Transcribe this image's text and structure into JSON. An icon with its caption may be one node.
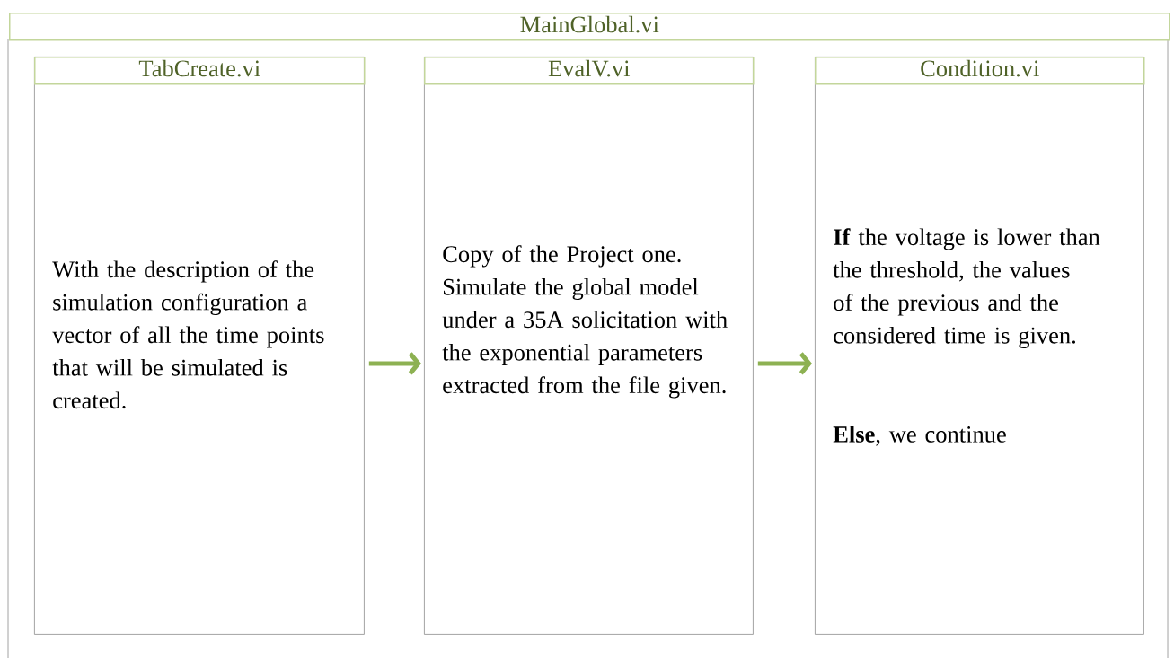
{
  "diagram": {
    "nodes": [
      {
        "text": [
          "MainGlobal.vi"
        ]
      },
      {
        "text": [
          "TabCreate.vi",
          "With the description of the simulation configuration a vector of all the time points that will be simulated is created."
        ],
        "in": 0
      },
      {
        "text": [
          "EvalV.vi",
          "Copy of the Project one. Simulate the global model under a 35A solicitation with the exponential parameters extracted from the file given."
        ],
        "in": 0
      },
      {
        "text": [
          "Condition.vi",
          "**If** the voltage is lower than the threshold, the values of the previous and the considered time is given.",
          "**Else**, we continue"
        ],
        "in": 0
      }
    ],
    "edges": [
      {
        "from": 1,
        "to": 2,
        "arrow": "to"
      },
      {
        "from": 2,
        "to": 3,
        "arrow": "to"
      }
    ]
  }
}
